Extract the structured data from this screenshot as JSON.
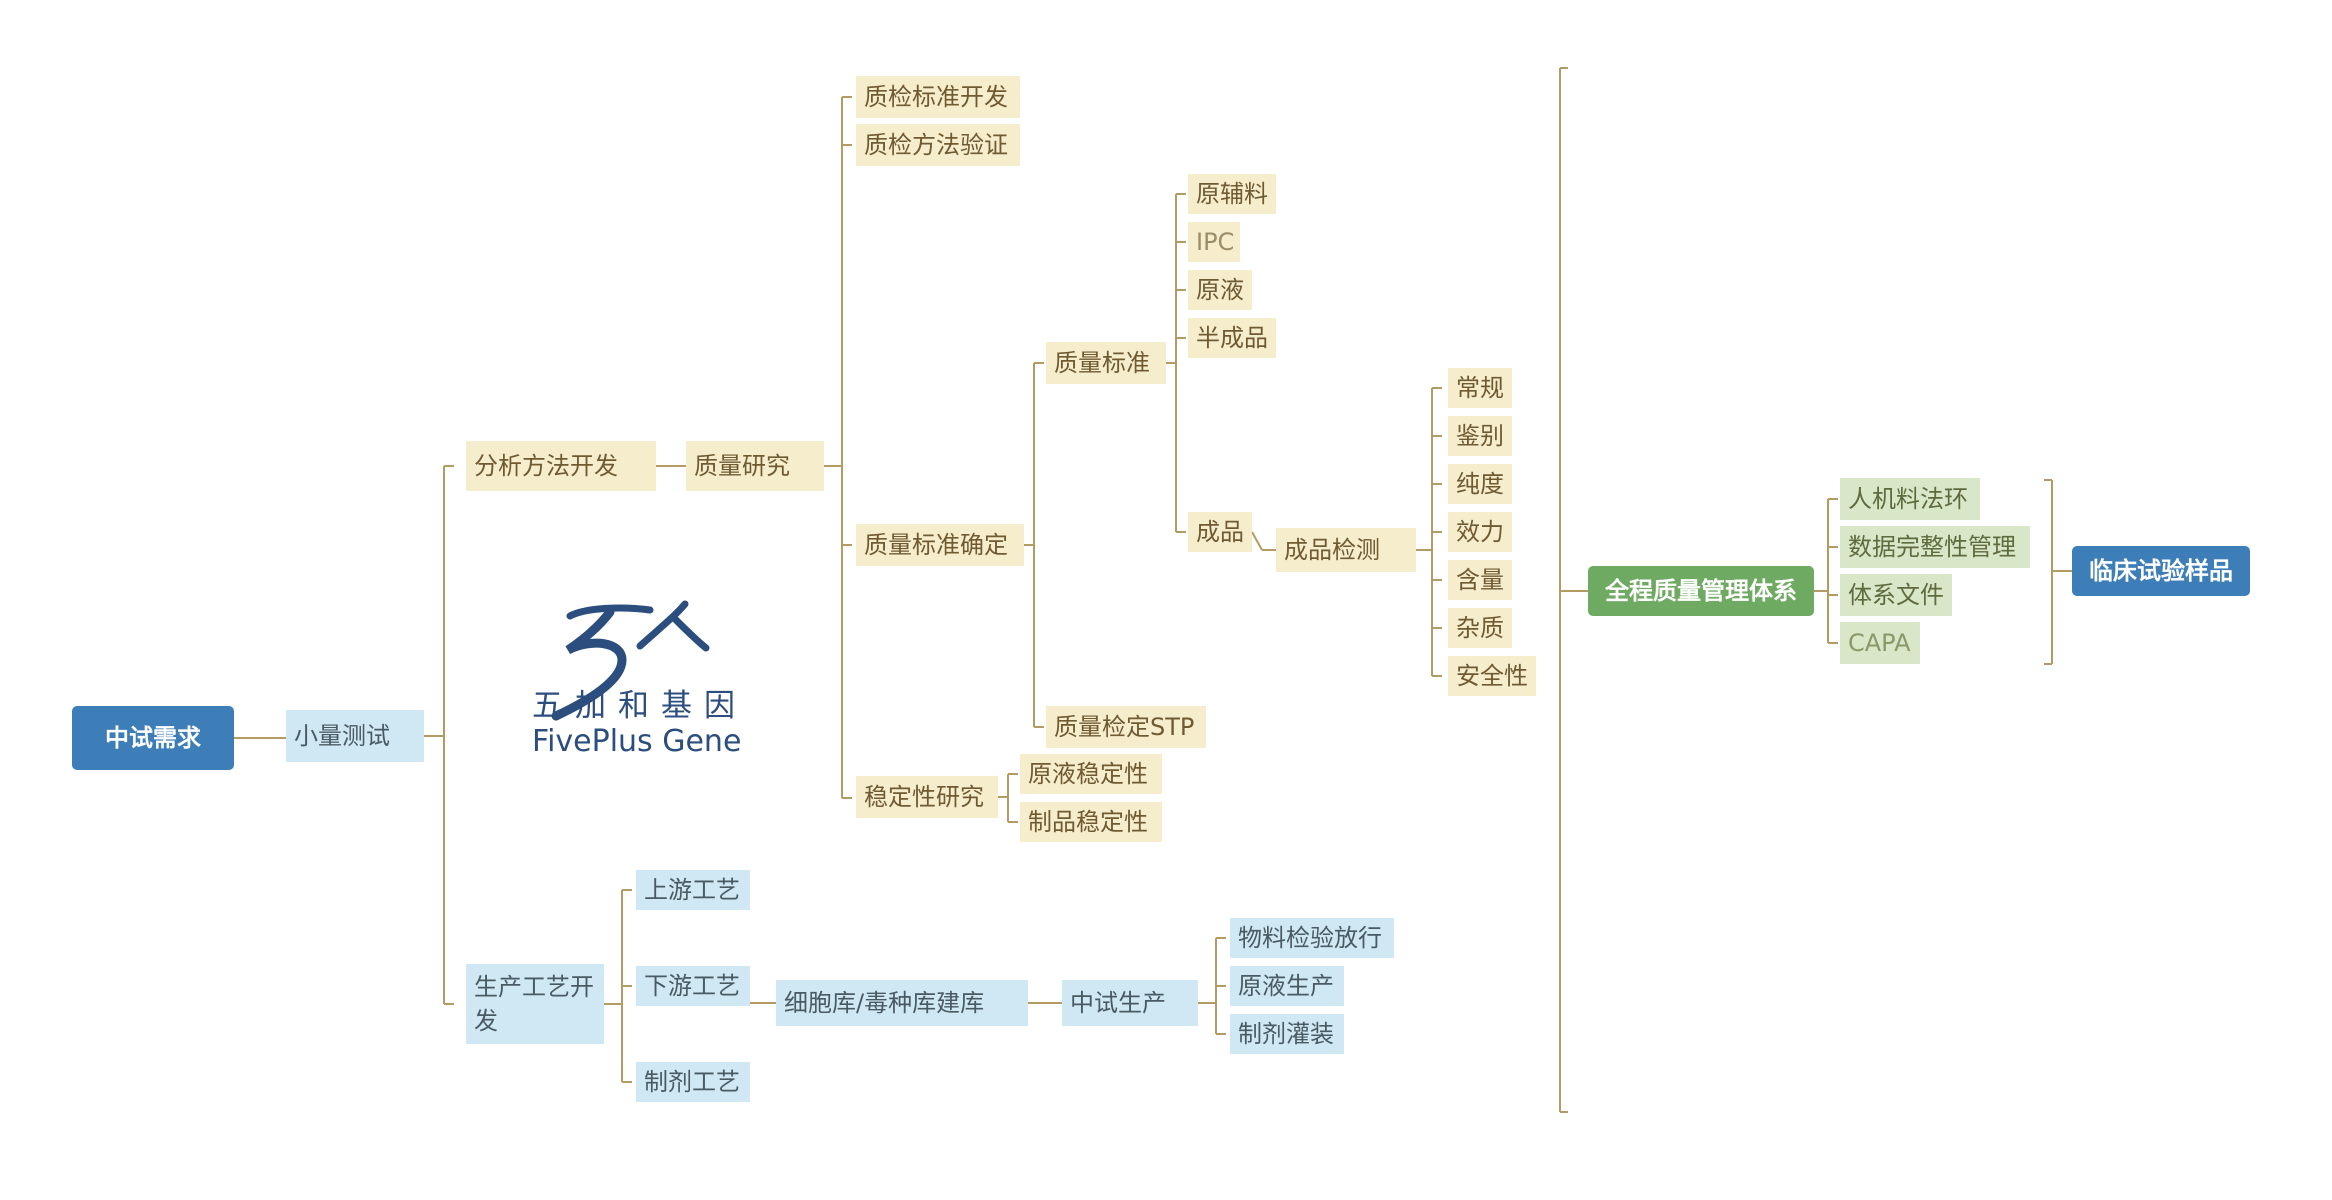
{
  "nodes": {
    "root": "中试需求",
    "small_test": "小量测试",
    "analysis_dev": "分析方法开发",
    "quality_research": "质量研究",
    "qc_std_dev": "质检标准开发",
    "qc_method_val": "质检方法验证",
    "quality_std_confirm": "质量标准确定",
    "quality_std": "质量标准",
    "raw_aux": "原辅料",
    "ipc": "IPC",
    "stock_solution": "原液",
    "semi_product": "半成品",
    "finished_product": "成品",
    "finished_test": "成品检测",
    "routine": "常规",
    "identification": "鉴别",
    "purity": "纯度",
    "potency": "效力",
    "content": "含量",
    "impurity": "杂质",
    "safety": "安全性",
    "quality_stp": "质量检定STP",
    "stability_research": "稳定性研究",
    "stock_stability": "原液稳定性",
    "product_stability": "制品稳定性",
    "process_dev": "生产工艺开发",
    "upstream": "上游工艺",
    "downstream": "下游工艺",
    "formulation": "制剂工艺",
    "cell_bank": "细胞库/毒种库建库",
    "pilot_production": "中试生产",
    "material_release": "物料检验放行",
    "stock_production": "原液生产",
    "fill_finish": "制剂灌装",
    "qms": "全程质量管理体系",
    "man_machine": "人机料法环",
    "data_integrity": "数据完整性管理",
    "system_docs": "体系文件",
    "capa": "CAPA",
    "clinical_samples": "临床试验样品"
  },
  "logo": {
    "name_cn": "五加和基因",
    "name_en": "FivePlus Gene"
  },
  "colors": {
    "beige": "#f6edcd",
    "blue_light": "#cfe8f4",
    "green_light": "#d8e7c8",
    "dark_blue": "#3d7eb8",
    "dark_green": "#6faa63",
    "connector": "#b49a63",
    "logo_blue": "#2b4e7e"
  }
}
